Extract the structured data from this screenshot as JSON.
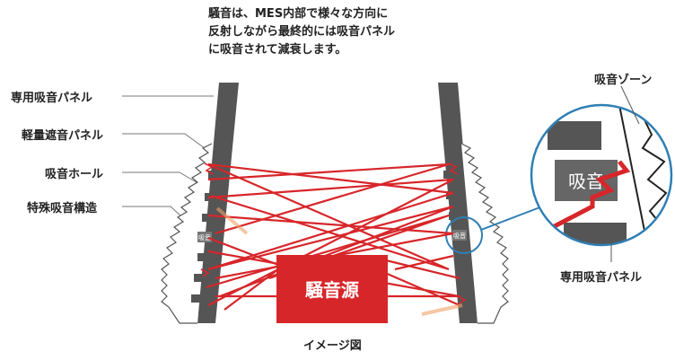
{
  "caption": {
    "lines": [
      "騒音は、MES内部で様々な方向に",
      "反射しながら最終的には吸音パネル",
      "に吸音されて減衰します。"
    ]
  },
  "labels": {
    "dedicated_panel": "専用吸音パネル",
    "light_shield_panel": "軽量遮音パネル",
    "absorb_hole": "吸音ホール",
    "special_structure": "特殊吸音構造",
    "zone": "吸音ゾーン",
    "dedicated_panel_right": "専用吸音パネル"
  },
  "noise_source": "騒音源",
  "small_tag": "吸音",
  "zoom_text": "吸音",
  "bottom_caption": "イメージ図",
  "colors": {
    "red": "#d7262a",
    "dark_gray": "#555555",
    "blue": "#2f7fb4",
    "line": "#777777"
  }
}
